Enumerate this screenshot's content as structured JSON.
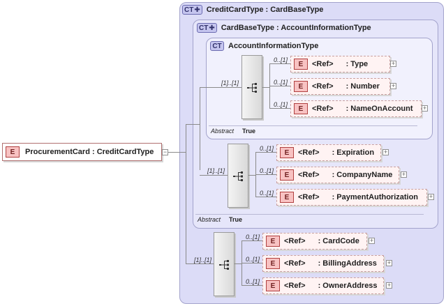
{
  "root": {
    "badge": "E",
    "label": "ProcurementCard : CreditCardType"
  },
  "credit_card_type": {
    "badge": "CT",
    "title": "CreditCardType : CardBaseType"
  },
  "card_base_type": {
    "badge": "CT",
    "title": "CardBaseType : AccountInformationType",
    "abstract_label": "Abstract",
    "abstract_value": "True"
  },
  "account_information_type": {
    "badge": "CT",
    "title": "AccountInformationType",
    "abstract_label": "Abstract",
    "abstract_value": "True"
  },
  "sequences": {
    "account": {
      "cardinality": "[1]..[1]"
    },
    "card_base": {
      "cardinality": "[1]..[1]"
    },
    "credit_card": {
      "cardinality": "[1]..[1]"
    }
  },
  "elements": [
    {
      "badge": "E",
      "ref": "<Ref>",
      "name": ": Type",
      "cardinality": "0..[1]"
    },
    {
      "badge": "E",
      "ref": "<Ref>",
      "name": ": Number",
      "cardinality": "0..[1]"
    },
    {
      "badge": "E",
      "ref": "<Ref>",
      "name": ": NameOnAccount",
      "cardinality": "0..[1]"
    },
    {
      "badge": "E",
      "ref": "<Ref>",
      "name": ": Expiration",
      "cardinality": "0..[1]"
    },
    {
      "badge": "E",
      "ref": "<Ref>",
      "name": ": CompanyName",
      "cardinality": "0..[1]"
    },
    {
      "badge": "E",
      "ref": "<Ref>",
      "name": ": PaymentAuthorization",
      "cardinality": "0..[1]"
    },
    {
      "badge": "E",
      "ref": "<Ref>",
      "name": ": CardCode",
      "cardinality": "0..[1]"
    },
    {
      "badge": "E",
      "ref": "<Ref>",
      "name": ": BillingAddress",
      "cardinality": "0..[1]"
    },
    {
      "badge": "E",
      "ref": "<Ref>",
      "name": ": OwnerAddress",
      "cardinality": "0..[1]"
    }
  ],
  "icons": {
    "expander": "plus-box-icon",
    "sequence": "sequence-compositor-icon"
  },
  "colors": {
    "ct_outer": "#dcdcf7",
    "ct_border": "#a3a3cc",
    "element_fill": "#fff3f3",
    "element_badge": "#f8c2c2"
  }
}
